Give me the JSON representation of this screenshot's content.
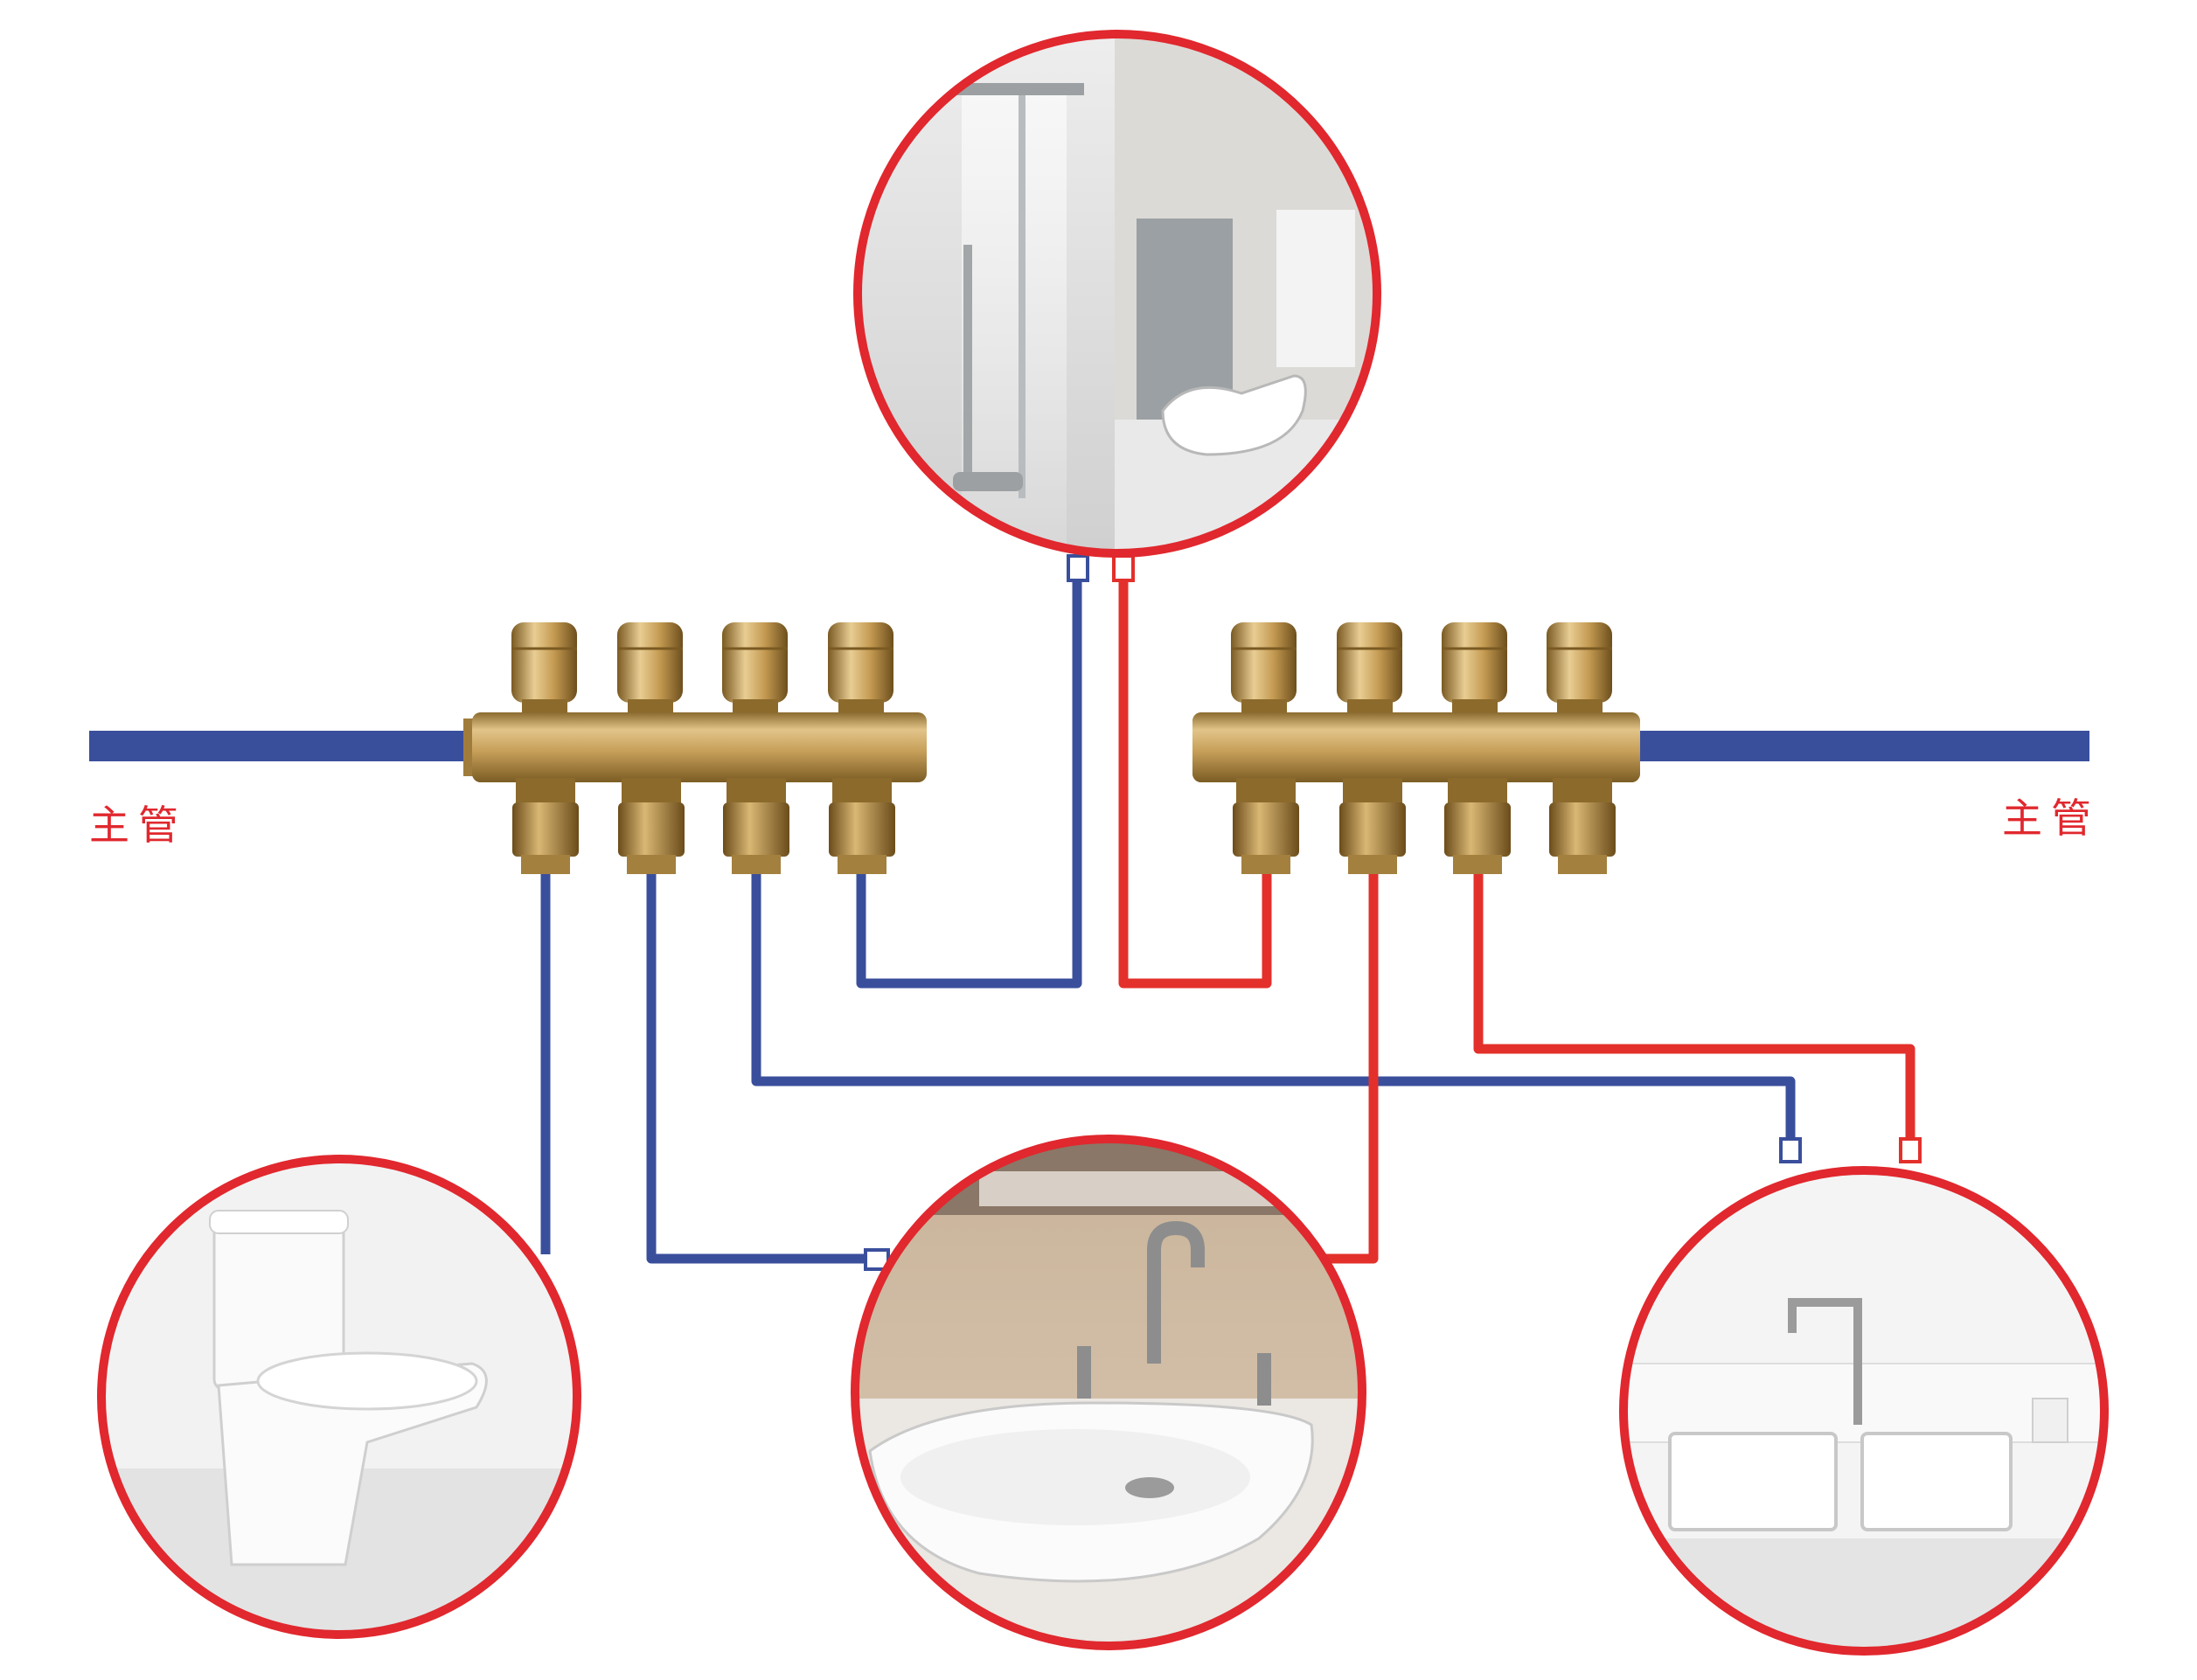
{
  "labels": {
    "main_pipe_left": "主管",
    "main_pipe_right": "主管"
  },
  "colors": {
    "cold": "#3a4f9c",
    "hot": "#e3302b",
    "frame": "#e0282e",
    "brass": "#c29a52",
    "label": "#e0282e"
  },
  "fixtures": [
    {
      "id": "shower",
      "icon": "shower-bathroom-photo",
      "connections": [
        "cold",
        "hot"
      ]
    },
    {
      "id": "toilet",
      "icon": "toilet-photo",
      "connections": [
        "cold"
      ]
    },
    {
      "id": "basin",
      "icon": "wash-basin-photo",
      "connections": [
        "cold",
        "hot"
      ]
    },
    {
      "id": "kitchen-sink",
      "icon": "kitchen-sink-photo",
      "connections": [
        "cold",
        "hot"
      ]
    }
  ],
  "manifolds": [
    {
      "id": "cold-manifold",
      "icon": "brass-manifold",
      "outlets": 4
    },
    {
      "id": "hot-manifold",
      "icon": "brass-manifold",
      "outlets": 4
    }
  ]
}
